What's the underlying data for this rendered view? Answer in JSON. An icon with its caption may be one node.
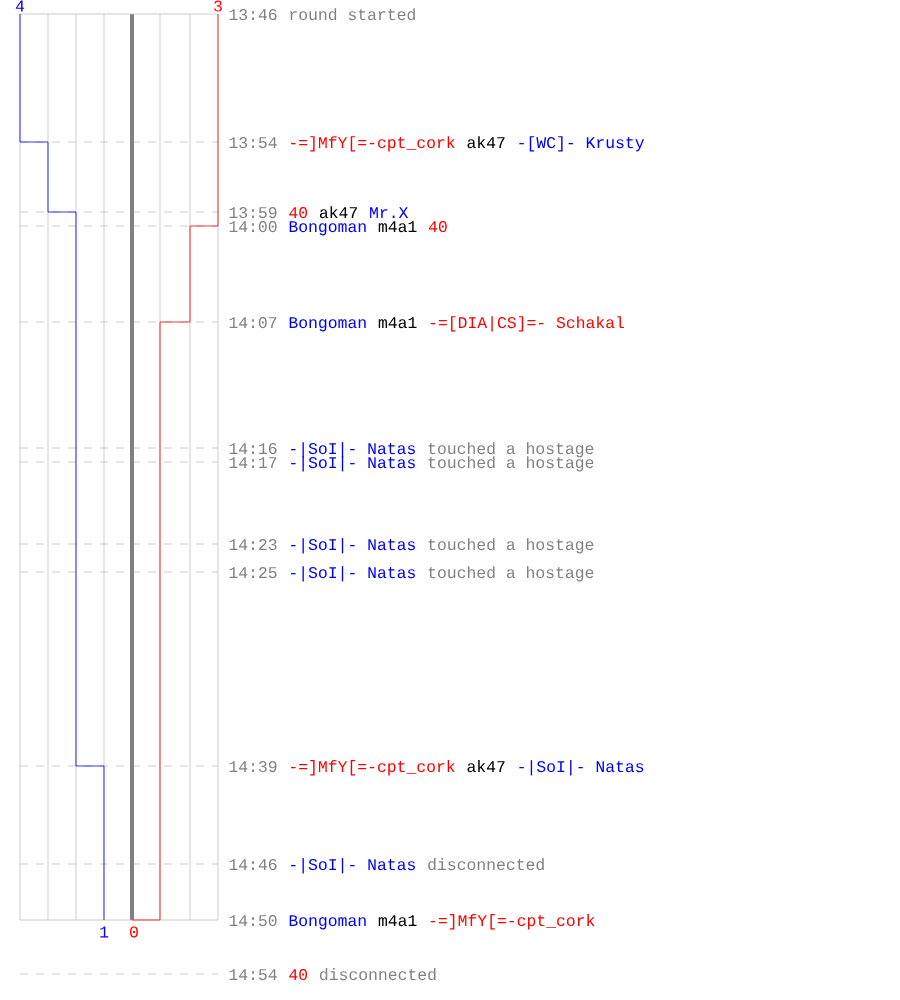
{
  "diagram": {
    "labels": [
      "4",
      "3",
      "13:46",
      "round started",
      "13:54",
      "-=]MfY[=-cpt_cork",
      "ak47",
      "-[WC]- Krusty",
      "13:59",
      "40",
      "ak47",
      "Mr.X",
      "14:00",
      "Bongoman",
      "m4a1",
      "40",
      "14:07",
      "Bongoman",
      "m4a1",
      "-=[DIA|CS]=- Schakal",
      "14:16",
      "-|SoI|- Natas",
      "touched a hostage",
      "14:17",
      "-|SoI|- Natas",
      "touched a hostage",
      "14:23",
      "-|SoI|- Natas",
      "touched a hostage",
      "14:25",
      "-|SoI|- Natas",
      "touched a hostage",
      "14:39",
      "-=]MfY[=-cpt_cork",
      "ak47",
      "-|SoI|- Natas",
      "14:46",
      "-|SoI|- Natas",
      "disconnected",
      "14:50",
      "Bongoman",
      "m4a1",
      "-=]MfY[=-cpt_cork",
      "1",
      "0",
      "14:54",
      "40",
      "disconnected"
    ]
  }
}
